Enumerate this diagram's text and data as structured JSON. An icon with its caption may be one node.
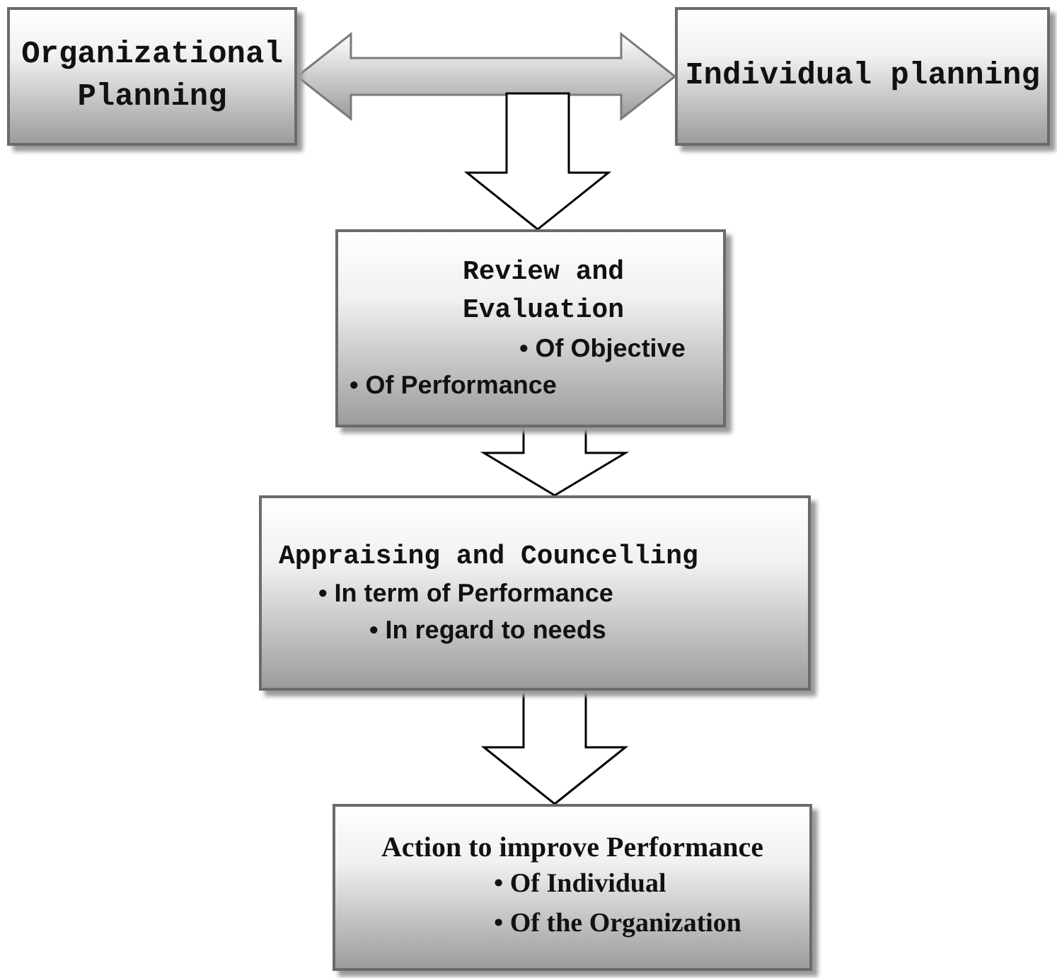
{
  "diagram": {
    "nodes": [
      {
        "text": [
          "Organizational Planning"
        ]
      },
      {
        "text": [
          "Individual planning"
        ]
      },
      {
        "text": [
          "Review and Evaluation",
          "• Of Objective",
          "• Of Performance"
        ]
      },
      {
        "text": [
          "Appraising and Councelling",
          "• In term of Performance",
          "• In regard to needs"
        ]
      },
      {
        "text": [
          "Action to improve Performance",
          "• Of Individual",
          "• Of the Organization"
        ]
      }
    ],
    "edges": [
      {
        "from": 0,
        "to": 1,
        "arrow": "both"
      },
      {
        "from": null,
        "to": 2,
        "arrow": "to"
      },
      {
        "from": 2,
        "to": 3,
        "arrow": "to"
      },
      {
        "from": 3,
        "to": 4,
        "arrow": "to"
      }
    ]
  }
}
